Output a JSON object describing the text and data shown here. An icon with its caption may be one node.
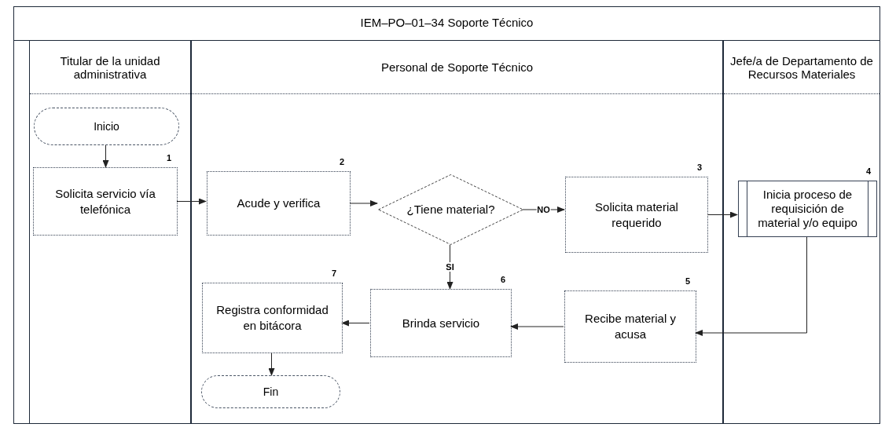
{
  "diagram": {
    "title": "IEM–PO–01–34 Soporte Técnico",
    "nodes": [
      {
        "text": [
          "Titular de la unidad administrativa"
        ]
      },
      {
        "text": [
          "Personal de Soporte Técnico"
        ]
      },
      {
        "text": [
          "Jefe/a de Departamento de Recursos Materiales"
        ]
      },
      {
        "text": [
          "Inicio"
        ],
        "in": 0
      },
      {
        "text": [
          "Solicita servicio vía telefónica"
        ],
        "in": 0,
        "beside": [
          "1"
        ]
      },
      {
        "text": [
          "Acude y verifica"
        ],
        "in": 1,
        "beside": [
          "2"
        ]
      },
      {
        "text": [
          "¿Tiene material?"
        ],
        "in": 1
      },
      {
        "text": [
          "Solicita material requerido"
        ],
        "in": 1,
        "beside": [
          "3"
        ]
      },
      {
        "text": [
          "Inicia proceso de requisición de material y/o equipo"
        ],
        "in": 2,
        "beside": [
          "4"
        ]
      },
      {
        "text": [
          "Recibe material y acusa"
        ],
        "in": 1,
        "beside": [
          "5"
        ]
      },
      {
        "text": [
          "Brinda servicio"
        ],
        "in": 1,
        "beside": [
          "6"
        ]
      },
      {
        "text": [
          "Registra conformidad en bitácora"
        ],
        "in": 1,
        "beside": [
          "7"
        ]
      },
      {
        "text": [
          "Fin"
        ],
        "in": 1
      }
    ],
    "edges": [
      {
        "from": 3,
        "to": 4,
        "arrow": "to"
      },
      {
        "from": 4,
        "to": 5,
        "arrow": "to"
      },
      {
        "from": 5,
        "to": 6,
        "arrow": "to"
      },
      {
        "from": 6,
        "to": 7,
        "arrow": "to",
        "label": "NO"
      },
      {
        "from": 7,
        "to": 8,
        "arrow": "to"
      },
      {
        "from": 8,
        "to": 9,
        "arrow": "to"
      },
      {
        "from": 6,
        "to": 10,
        "arrow": "to",
        "label": "SI"
      },
      {
        "from": 9,
        "to": 10,
        "arrow": "to"
      },
      {
        "from": 10,
        "to": 11,
        "arrow": "to"
      },
      {
        "from": 11,
        "to": 12,
        "arrow": "to"
      }
    ]
  }
}
